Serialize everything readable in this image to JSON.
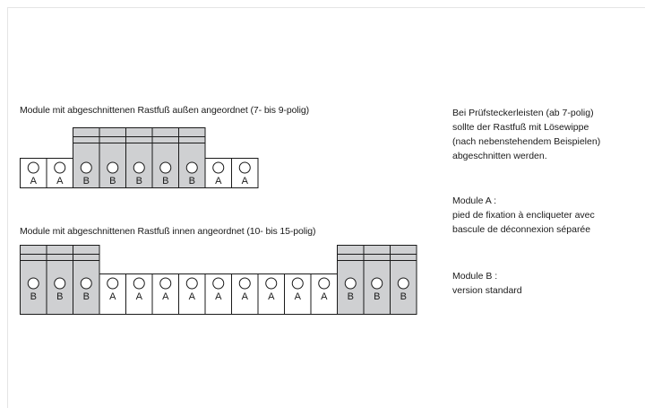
{
  "diagram1": {
    "caption": "Module mit abgeschnittenen Rastfuß außen angeordnet (7- bis 9-polig)",
    "modules": [
      "A",
      "A",
      "B",
      "B",
      "B",
      "B",
      "B",
      "A",
      "A"
    ]
  },
  "diagram2": {
    "caption": "Module mit abgeschnittenen Rastfuß innen angeordnet (10- bis 15-polig)",
    "modules": [
      "B",
      "B",
      "B",
      "A",
      "A",
      "A",
      "A",
      "A",
      "A",
      "A",
      "A",
      "A",
      "B",
      "B",
      "B"
    ]
  },
  "notes": {
    "german": [
      "Bei Prüfsteckerleisten (ab 7-polig)",
      "sollte der Rastfuß mit Lösewippe",
      "(nach nebenstehendem Beispielen)",
      "abgeschnitten werden."
    ],
    "module_a": [
      "Module A :",
      "pied de fixation à encliqueter avec",
      "bascule de déconnexion séparée"
    ],
    "module_b": [
      "Module B :",
      "version standard"
    ]
  },
  "colors": {
    "moduleB": "#cfd0d2",
    "moduleA": "#ffffff",
    "stroke": "#1a1a1a"
  }
}
